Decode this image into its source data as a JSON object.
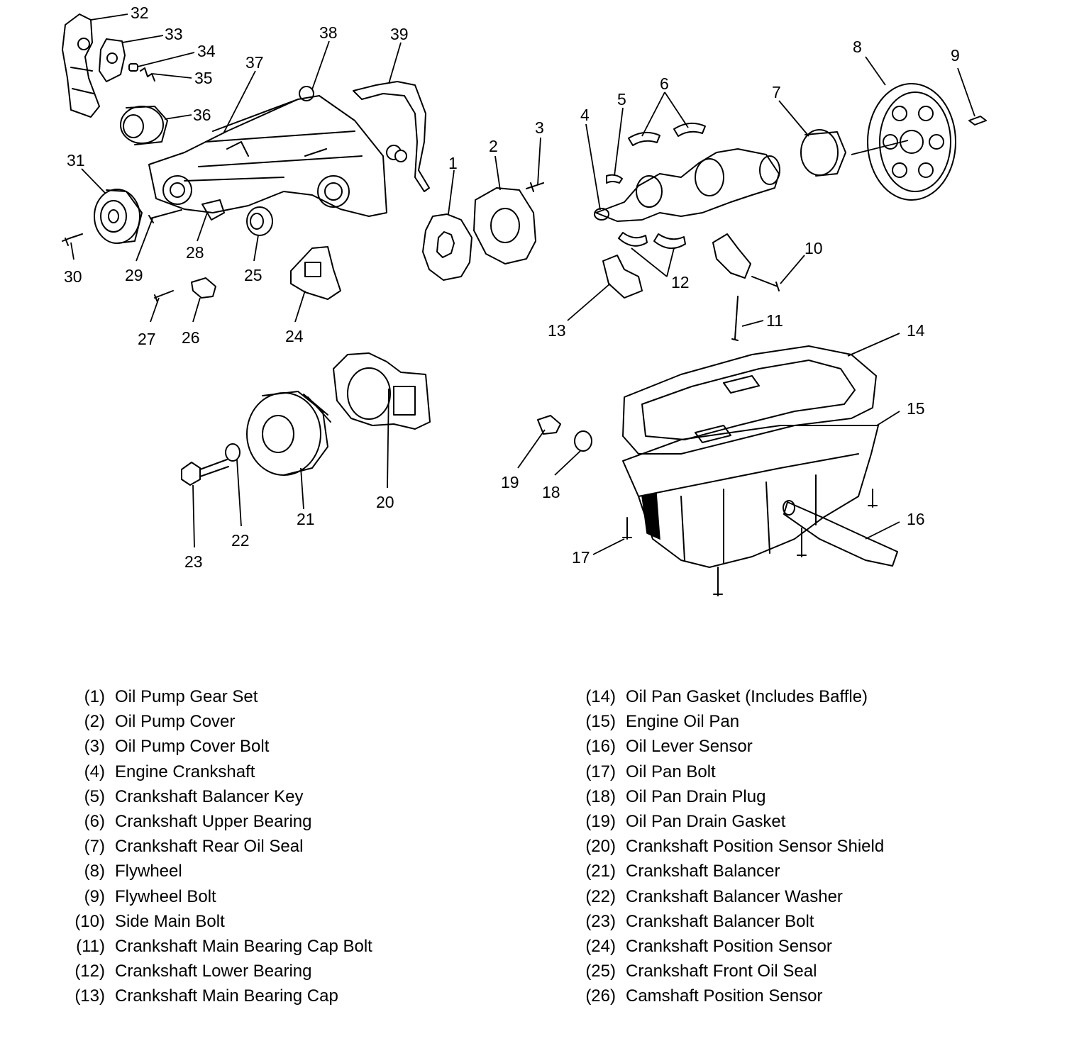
{
  "callouts": [
    "1",
    "2",
    "3",
    "4",
    "5",
    "6",
    "7",
    "8",
    "9",
    "10",
    "11",
    "12",
    "13",
    "14",
    "15",
    "16",
    "17",
    "18",
    "19",
    "20",
    "21",
    "22",
    "23",
    "24",
    "25",
    "26",
    "27",
    "28",
    "29",
    "30",
    "31",
    "32",
    "33",
    "34",
    "35",
    "36",
    "37",
    "38",
    "39"
  ],
  "legend": {
    "left": [
      {
        "num": "(1)",
        "label": "Oil Pump Gear Set"
      },
      {
        "num": "(2)",
        "label": "Oil Pump Cover"
      },
      {
        "num": "(3)",
        "label": "Oil Pump Cover Bolt"
      },
      {
        "num": "(4)",
        "label": "Engine Crankshaft"
      },
      {
        "num": "(5)",
        "label": "Crankshaft Balancer Key"
      },
      {
        "num": "(6)",
        "label": "Crankshaft Upper Bearing"
      },
      {
        "num": "(7)",
        "label": "Crankshaft Rear Oil Seal"
      },
      {
        "num": "(8)",
        "label": "Flywheel"
      },
      {
        "num": "(9)",
        "label": "Flywheel Bolt"
      },
      {
        "num": "(10)",
        "label": "Side Main Bolt"
      },
      {
        "num": "(11)",
        "label": "Crankshaft Main Bearing Cap Bolt"
      },
      {
        "num": "(12)",
        "label": "Crankshaft Lower Bearing"
      },
      {
        "num": "(13)",
        "label": "Crankshaft Main Bearing Cap"
      }
    ],
    "right": [
      {
        "num": "(14)",
        "label": "Oil Pan Gasket (Includes Baffle)"
      },
      {
        "num": "(15)",
        "label": "Engine Oil Pan"
      },
      {
        "num": "(16)",
        "label": "Oil Lever Sensor"
      },
      {
        "num": "(17)",
        "label": "Oil Pan Bolt"
      },
      {
        "num": "(18)",
        "label": "Oil Pan Drain Plug"
      },
      {
        "num": "(19)",
        "label": "Oil Pan Drain Gasket"
      },
      {
        "num": "(20)",
        "label": "Crankshaft Position Sensor Shield"
      },
      {
        "num": "(21)",
        "label": "Crankshaft Balancer"
      },
      {
        "num": "(22)",
        "label": "Crankshaft Balancer Washer"
      },
      {
        "num": "(23)",
        "label": "Crankshaft Balancer Bolt"
      },
      {
        "num": "(24)",
        "label": "Crankshaft Position Sensor"
      },
      {
        "num": "(25)",
        "label": "Crankshaft Front Oil Seal"
      },
      {
        "num": "(26)",
        "label": "Camshaft Position Sensor"
      }
    ]
  }
}
